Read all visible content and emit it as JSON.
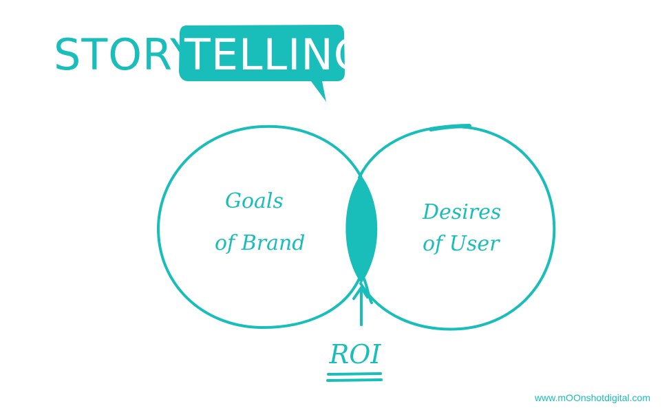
{
  "title": {
    "part_plain": "STORY",
    "part_highlight": "TELLING"
  },
  "diagram": {
    "left_circle": {
      "line1": "Goals",
      "line2": "of Brand"
    },
    "right_circle": {
      "line1": "Desires",
      "line2": "of User"
    },
    "intersection_label": "ROI"
  },
  "footer": {
    "url": "www.mOOnshotdigital.com"
  },
  "colors": {
    "accent": "#19BDB9",
    "background": "#FFFFFF",
    "text_on_accent": "#FFFFFF"
  }
}
